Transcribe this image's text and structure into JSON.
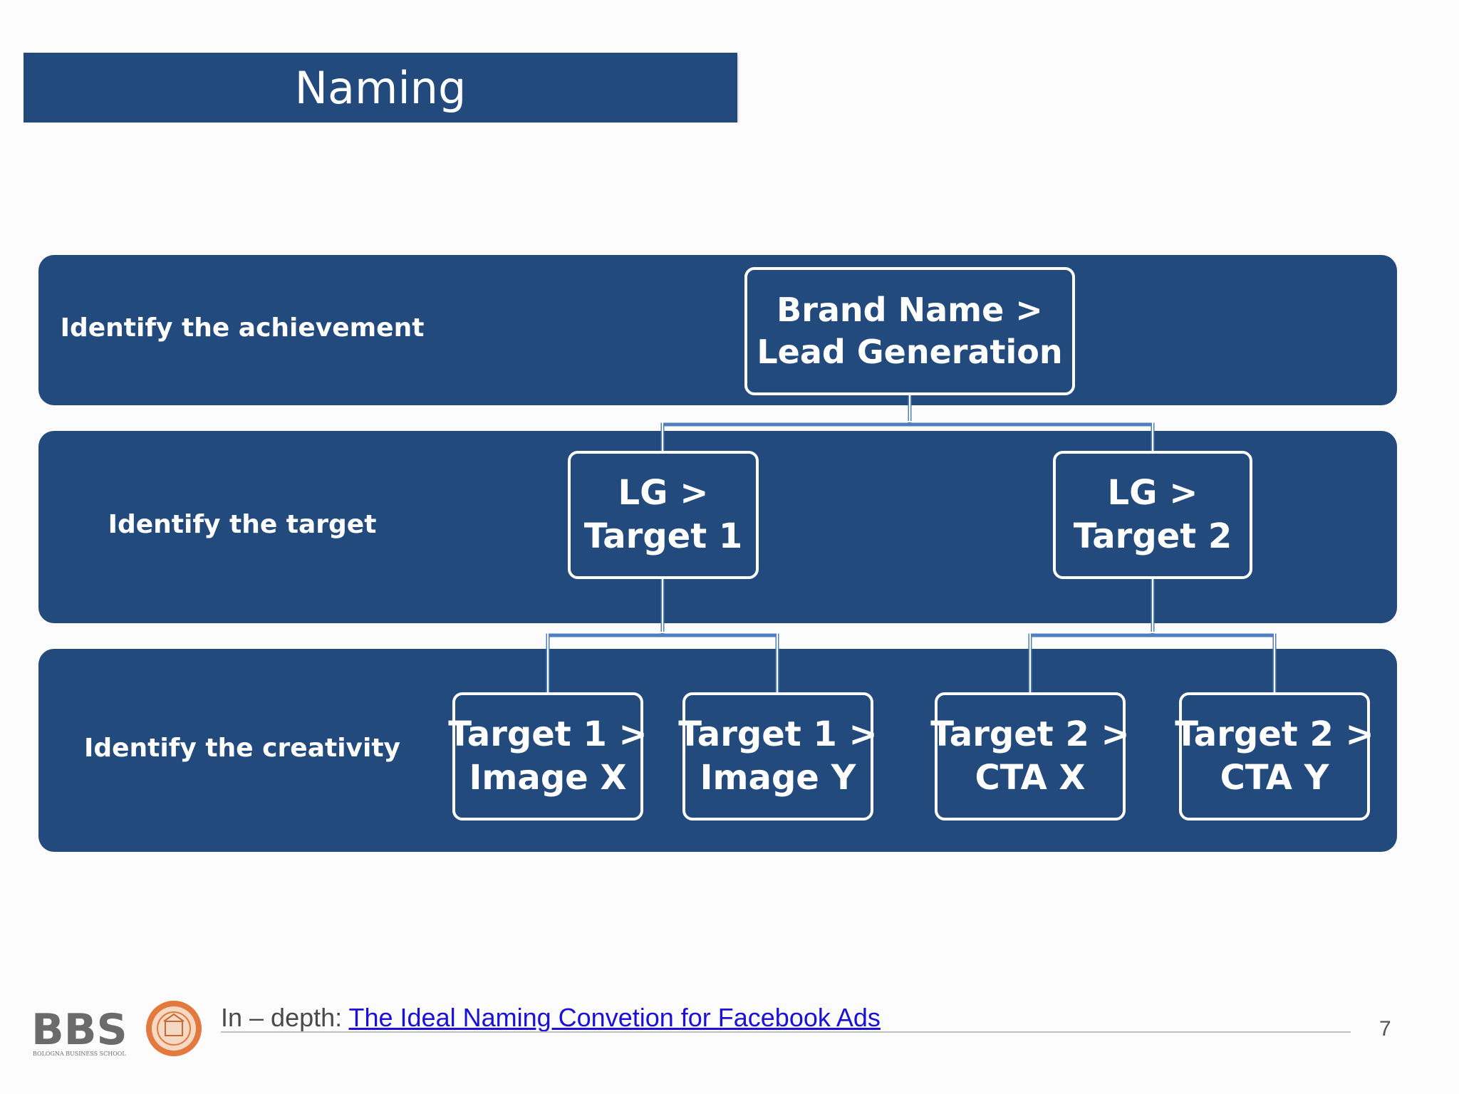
{
  "slide": {
    "title": "Naming",
    "page_number": "7"
  },
  "diagram": {
    "levels": [
      {
        "label": "Identify the achievement"
      },
      {
        "label": "Identify the target"
      },
      {
        "label": "Identify the creativity"
      }
    ],
    "nodes": {
      "root": {
        "line1": "Brand Name >",
        "line2": "Lead Generation"
      },
      "target1": {
        "line1": "LG >",
        "line2": "Target 1"
      },
      "target2": {
        "line1": "LG >",
        "line2": "Target 2"
      },
      "t1_image_x": {
        "line1": "Target 1 >",
        "line2": "Image X"
      },
      "t1_image_y": {
        "line1": "Target 1 >",
        "line2": "Image Y"
      },
      "t2_cta_x": {
        "line1": "Target 2 >",
        "line2": "CTA X"
      },
      "t2_cta_y": {
        "line1": "Target 2 >",
        "line2": "CTA Y"
      }
    }
  },
  "footer": {
    "logo_text": "BBS",
    "logo_subtext": "BOLOGNA BUSINESS SCHOOL",
    "prefix": "In – depth: ",
    "link_text": "The Ideal Naming Convetion for Facebook Ads "
  },
  "colors": {
    "band": "#234a7d",
    "connector": "#4f80bd",
    "link": "#1a10d8"
  }
}
